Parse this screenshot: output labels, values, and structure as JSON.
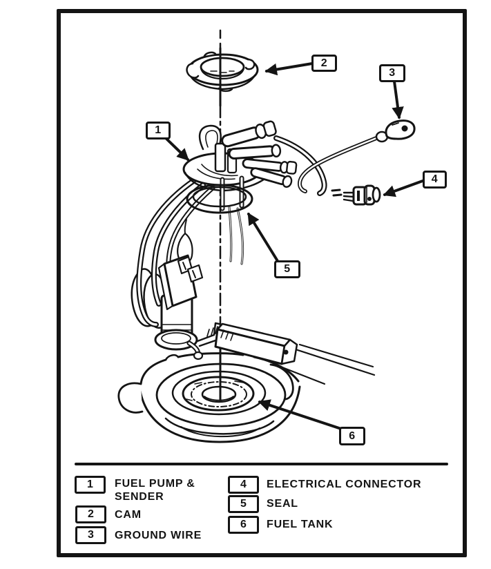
{
  "colors": {
    "ink": "#141414",
    "paper": "#ffffff"
  },
  "callouts": [
    {
      "num": "1",
      "label": "FUEL PUMP & SENDER"
    },
    {
      "num": "2",
      "label": "CAM"
    },
    {
      "num": "3",
      "label": "GROUND WIRE"
    },
    {
      "num": "4",
      "label": "ELECTRICAL CONNECTOR"
    },
    {
      "num": "5",
      "label": "SEAL"
    },
    {
      "num": "6",
      "label": "FUEL TANK"
    }
  ],
  "legend": {
    "items": [
      {
        "num": "1",
        "label": "FUEL PUMP & SENDER"
      },
      {
        "num": "2",
        "label": "CAM"
      },
      {
        "num": "3",
        "label": "GROUND WIRE"
      },
      {
        "num": "4",
        "label": "ELECTRICAL CONNECTOR"
      },
      {
        "num": "5",
        "label": "SEAL"
      },
      {
        "num": "6",
        "label": "FUEL TANK"
      }
    ]
  }
}
